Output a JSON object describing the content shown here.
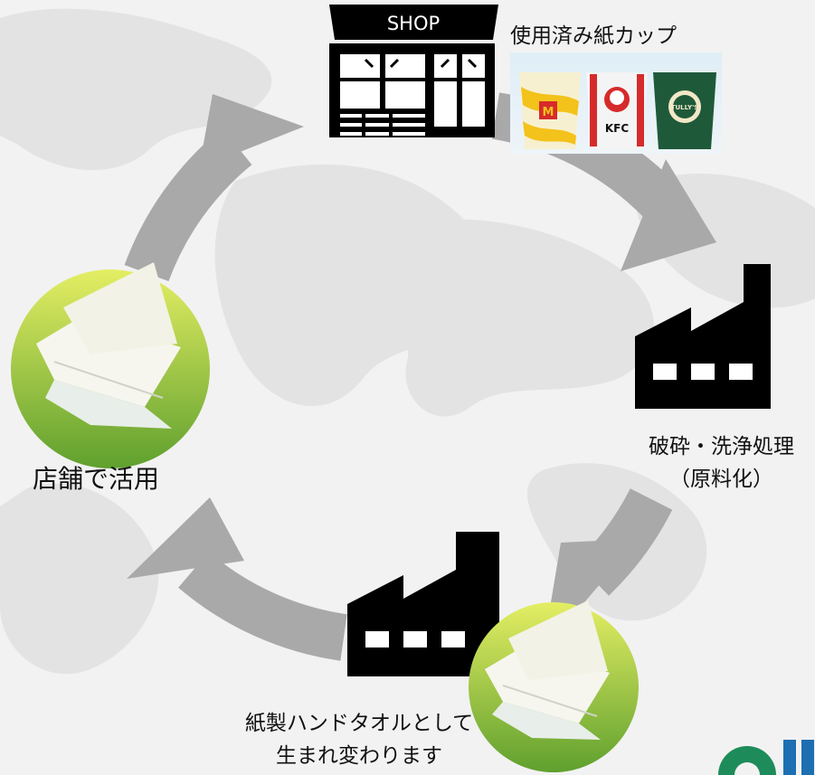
{
  "diagram": {
    "shop_sign": "SHOP",
    "cups_label": "使用済み紙カップ",
    "process_label_line1": "破砕・洗浄処理",
    "process_label_line2": "（原料化）",
    "towel_label_line1": "紙製ハンドタオルとして",
    "towel_label_line2": "生まれ変わります",
    "store_label": "店舗で活用",
    "cup_brands": [
      "M",
      "KFC",
      "TULLY'S"
    ]
  },
  "colors": {
    "background": "#f2f2f2",
    "map": "#e3e3e3",
    "arrow": "#a9a9a9",
    "icon": "#000000",
    "circle_top": "#e4ee63",
    "circle_bottom": "#5fa02e",
    "cup_red": "#d62b2b",
    "cup_yellow": "#f3c21b",
    "cup_green": "#1e5a3a",
    "logo_green": "#1d8c5a",
    "logo_blue": "#1d6fb2"
  }
}
